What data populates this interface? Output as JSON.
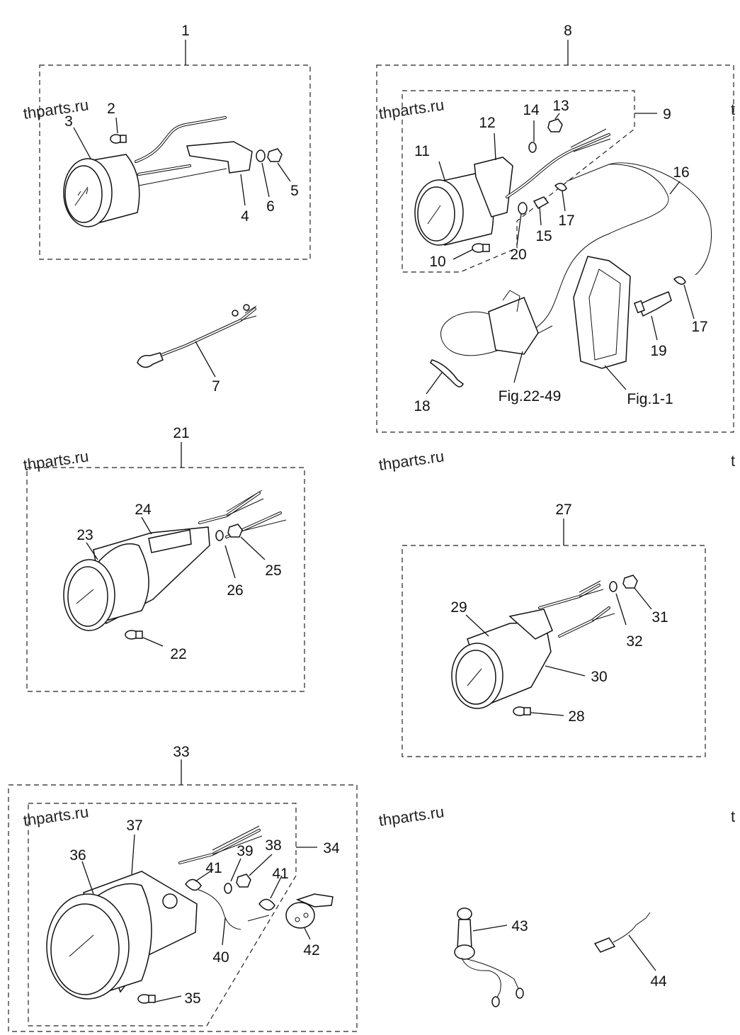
{
  "watermark": "thparts.ru",
  "watermark_fragment": "t",
  "figure_refs": {
    "engine_ref": "Fig.22-49",
    "block_ref": "Fig.1-1"
  },
  "callouts": {
    "p1": "1",
    "p2": "2",
    "p3": "3",
    "p4": "4",
    "p5": "5",
    "p6": "6",
    "p7": "7",
    "p8": "8",
    "p9": "9",
    "p10": "10",
    "p11": "11",
    "p12": "12",
    "p13": "13",
    "p14": "14",
    "p15": "15",
    "p16": "16",
    "p17": "17",
    "p18": "18",
    "p19": "19",
    "p20": "20",
    "p21": "21",
    "p22": "22",
    "p23": "23",
    "p24": "24",
    "p25": "25",
    "p26": "26",
    "p27": "27",
    "p28": "28",
    "p29": "29",
    "p30": "30",
    "p31": "31",
    "p32": "32",
    "p33": "33",
    "p34": "34",
    "p35": "35",
    "p36": "36",
    "p37": "37",
    "p38": "38",
    "p39": "39",
    "p40": "40",
    "p41": "41",
    "p42": "42",
    "p43": "43",
    "p44": "44"
  }
}
